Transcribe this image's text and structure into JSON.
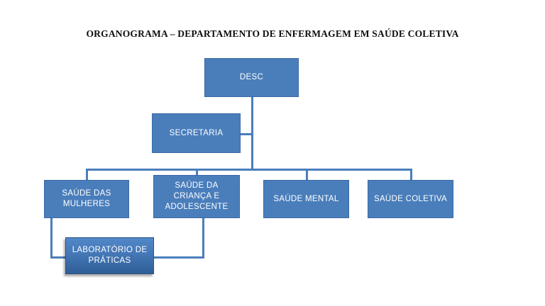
{
  "title": "ORGANOGRAMA – DEPARTAMENTO DE ENFERMAGEM EM SAÚDE COLETIVA",
  "colors": {
    "box_fill": "#4A7EBB",
    "box_border": "#3A6AA5",
    "connector": "#4A7EBB",
    "box_text": "#FFFFFF",
    "title_text": "#0D0D0D",
    "background": "#FFFFFF",
    "lab_gradient_top": "#5288C8",
    "lab_gradient_bottom": "#2F5E97"
  },
  "nodes": {
    "root": {
      "label": "DESC"
    },
    "secretaria": {
      "label": "SECRETARIA"
    },
    "divisions": [
      {
        "label": "SAÚDE DAS MULHERES"
      },
      {
        "label": "SAÚDE DA CRIANÇA E ADOLESCENTE"
      },
      {
        "label": "SAÚDE MENTAL"
      },
      {
        "label": "SAÚDE COLETIVA"
      }
    ],
    "laboratorio": {
      "label": "LABORATÓRIO DE PRÁTICAS"
    }
  }
}
